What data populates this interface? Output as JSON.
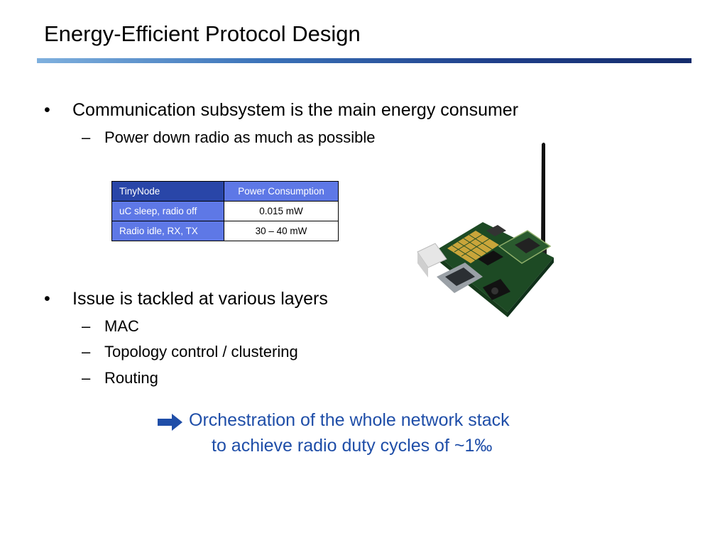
{
  "slide": {
    "title": "Energy-Efficient Protocol Design"
  },
  "bullets": {
    "b1": {
      "text": "Communication subsystem is the main energy consumer"
    },
    "b1_sub1": {
      "text": "Power down radio as much as possible"
    },
    "b2": {
      "text": "Issue is tackled at various layers"
    },
    "b2_subs": [
      "MAC",
      "Topology control / clustering",
      "Routing"
    ],
    "bullet_char": "•",
    "dash_char": "–"
  },
  "table": {
    "headers": [
      "TinyNode",
      "Power Consumption"
    ],
    "rows": [
      [
        "uC sleep, radio off",
        "0.015 mW"
      ],
      [
        "Radio idle, RX, TX",
        "30 – 40 mW"
      ]
    ]
  },
  "conclusion": {
    "line1": "Orchestration of the whole network stack",
    "line2": "to achieve radio duty cycles of ~1‰"
  },
  "colors": {
    "accent": "#1f4ea8",
    "table_header_dark": "#2946a8",
    "table_header_light": "#5e78e6"
  },
  "icons": {
    "arrow": "right-arrow-icon",
    "device": "tinynode-board-image"
  }
}
